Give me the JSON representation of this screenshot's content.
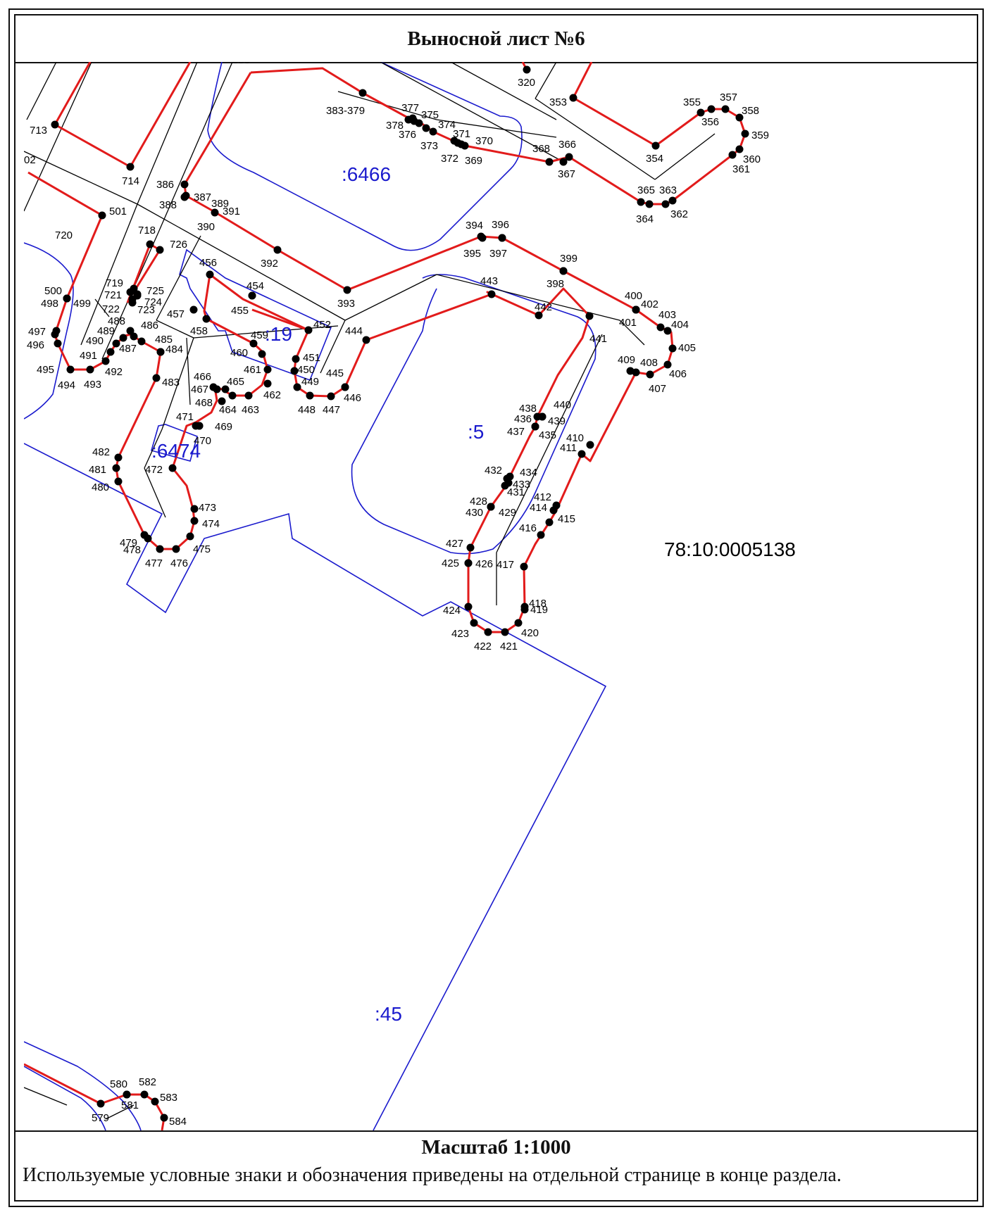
{
  "sheet": {
    "title": "Выносной лист №6",
    "scale": "Масштаб 1:1000",
    "note": "Используемые условные знаки и обозначения приведены на отдельной странице в конце раздела."
  },
  "map": {
    "colors": {
      "boundary": "#e21b1b",
      "parcel": "#1a1acd",
      "line": "#000000",
      "point": "#000000"
    },
    "cadastral_block": "78:10:0005138",
    "parcel_labels": [
      ":6466",
      ":19",
      ":5",
      ":6474",
      ":45"
    ],
    "point_labels": [
      "320",
      "353",
      "354",
      "355",
      "356",
      "357",
      "358",
      "359",
      "360",
      "361",
      "362",
      "363",
      "364",
      "365",
      "366",
      "367",
      "368",
      "369",
      "370",
      "371",
      "372",
      "373",
      "374",
      "375",
      "376",
      "377",
      "378",
      "383-379",
      "386",
      "387",
      "388",
      "389",
      "390",
      "391",
      "392",
      "393",
      "394",
      "395",
      "396",
      "397",
      "398",
      "399",
      "400",
      "401",
      "402",
      "403",
      "404",
      "405",
      "406",
      "407",
      "408",
      "409",
      "410",
      "411",
      "412",
      "414",
      "415",
      "416",
      "417",
      "418",
      "419",
      "420",
      "421",
      "422",
      "423",
      "424",
      "425",
      "426",
      "427",
      "428",
      "429",
      "430",
      "431",
      "432",
      "433",
      "434",
      "435",
      "436",
      "437",
      "438",
      "439",
      "440",
      "441",
      "442",
      "443",
      "444",
      "445",
      "446",
      "447",
      "448",
      "449",
      "450",
      "451",
      "452",
      "454",
      "455",
      "456",
      "457",
      "458",
      "459",
      "460",
      "461",
      "462",
      "463",
      "464",
      "465",
      "466",
      "467",
      "468",
      "469",
      "470",
      "471",
      "472",
      "473",
      "474",
      "475",
      "476",
      "477",
      "478",
      "479",
      "480",
      "481",
      "482",
      "483",
      "484",
      "485",
      "486",
      "487",
      "488",
      "489",
      "490",
      "491",
      "492",
      "493",
      "494",
      "495",
      "496",
      "497",
      "498",
      "499",
      "500",
      "501",
      "713",
      "714",
      "718",
      "719",
      "720",
      "721",
      "722",
      "723",
      "724",
      "725",
      "726",
      "579",
      "580",
      "581",
      "582",
      "583",
      "584",
      "02",
      "383"
    ]
  }
}
